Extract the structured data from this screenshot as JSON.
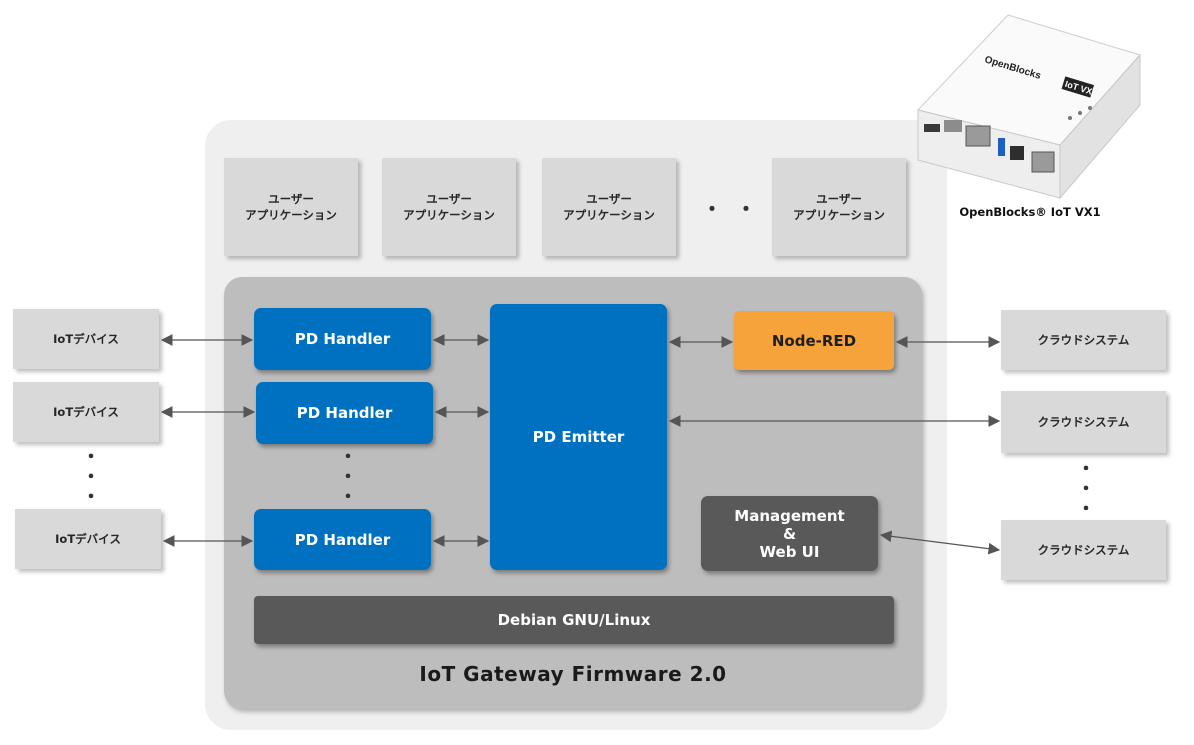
{
  "user_apps": [
    {
      "label": "ユーザー\nアプリケーション"
    },
    {
      "label": "ユーザー\nアプリケーション"
    },
    {
      "label": "ユーザー\nアプリケーション"
    },
    {
      "label": "ユーザー\nアプリケーション"
    }
  ],
  "ellipsis_dots": "・・・",
  "vertical_dots": "・\n・\n・",
  "iot_devices": [
    {
      "label": "IoTデバイス"
    },
    {
      "label": "IoTデバイス"
    },
    {
      "label": "IoTデバイス"
    }
  ],
  "cloud_systems": [
    {
      "label": "クラウドシステム"
    },
    {
      "label": "クラウドシステム"
    },
    {
      "label": "クラウドシステム"
    }
  ],
  "pd_handlers": [
    {
      "label": "PD Handler"
    },
    {
      "label": "PD Handler"
    },
    {
      "label": "PD Handler"
    }
  ],
  "pd_emitter": "PD Emitter",
  "node_red": "Node-RED",
  "management": "Management\n&\nWeb UI",
  "os_bar": "Debian GNU/Linux",
  "firmware_title": "IoT Gateway Firmware 2.0",
  "device": {
    "caption": "OpenBlocks® IoT VX1",
    "brand": "OpenBlocks",
    "model": "IoT VX1"
  },
  "colors": {
    "handler_blue": "#0070c0",
    "node_red_orange": "#f7a33c",
    "dark_gray": "#595959",
    "light_box": "#d9d9d9"
  }
}
